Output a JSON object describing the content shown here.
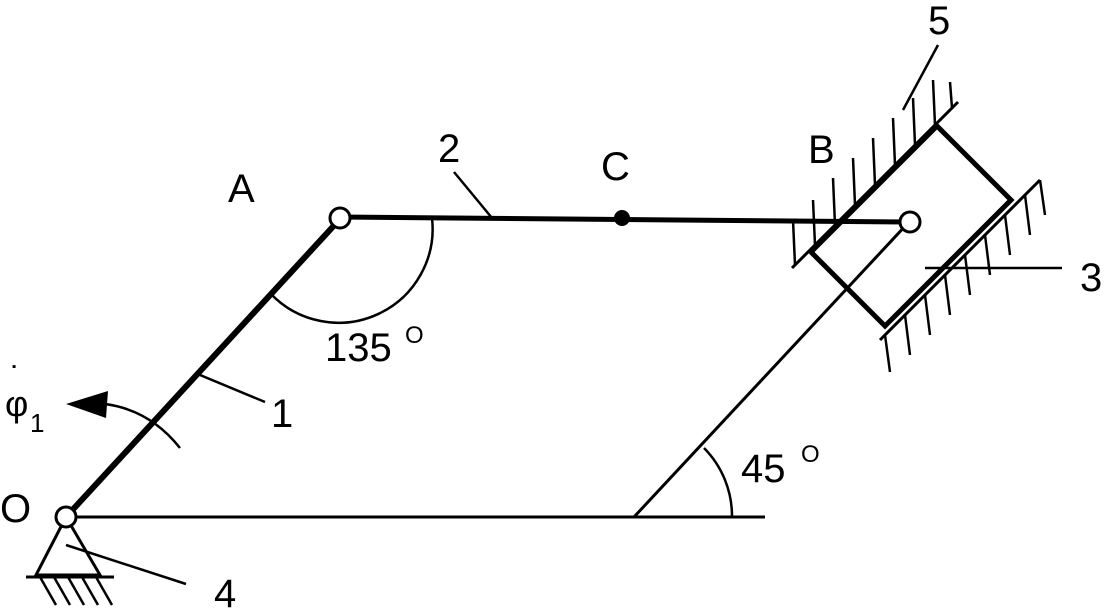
{
  "labels": {
    "point_o": "O",
    "point_a": "A",
    "point_b": "B",
    "point_c": "C",
    "link_1": "1",
    "link_2": "2",
    "link_3": "3",
    "link_4": "4",
    "link_5": "5",
    "phi_symbol": "φ",
    "phi_dot": "˙",
    "phi_subscript": "1",
    "angle_135_value": "135",
    "angle_45_value": "45",
    "degree_mark": "O"
  },
  "colors": {
    "stroke": "#000000",
    "background": "#ffffff"
  }
}
